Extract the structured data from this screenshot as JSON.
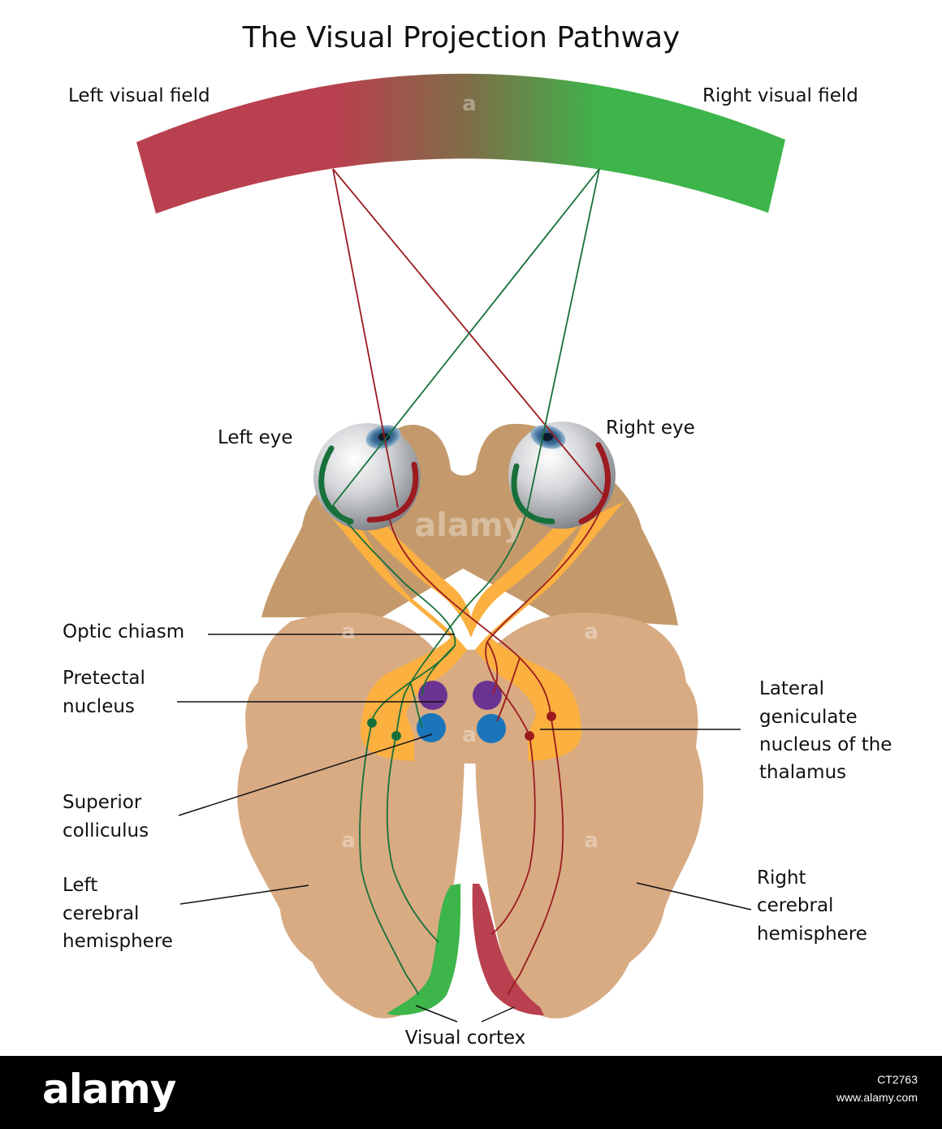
{
  "title": "The Visual Projection Pathway",
  "labels": {
    "left_visual_field": "Left visual field",
    "right_visual_field": "Right visual field",
    "left_eye": "Left eye",
    "right_eye": "Right eye",
    "optic_chiasm": "Optic chiasm",
    "pretectal_1": "Pretectal",
    "pretectal_2": "nucleus",
    "lgn_1": "Lateral",
    "lgn_2": "geniculate",
    "lgn_3": "nucleus of the",
    "lgn_4": "thalamus",
    "superior_1": "Superior",
    "superior_2": "colliculus",
    "left_hemi_1": "Left",
    "left_hemi_2": "cerebral",
    "left_hemi_3": "hemisphere",
    "right_hemi_1": "Right",
    "right_hemi_2": "cerebral",
    "right_hemi_3": "hemisphere",
    "visual_cortex": "Visual cortex"
  },
  "watermark": {
    "glyph": "a",
    "word": "alamy"
  },
  "footer": {
    "logo": "alamy",
    "image_id": "CT2763",
    "site": "www.alamy.com"
  },
  "colors": {
    "left_field": "#b9404e",
    "right_field": "#3db54a",
    "red_pathway": "#9b1b20",
    "green_pathway": "#17703a",
    "optic_tract": "#fbb040",
    "brain_outer": "#c49a6c",
    "brain_inner": "#d8ab83",
    "pretectal": "#6b3391",
    "superior_colliculus": "#1b75bb"
  }
}
